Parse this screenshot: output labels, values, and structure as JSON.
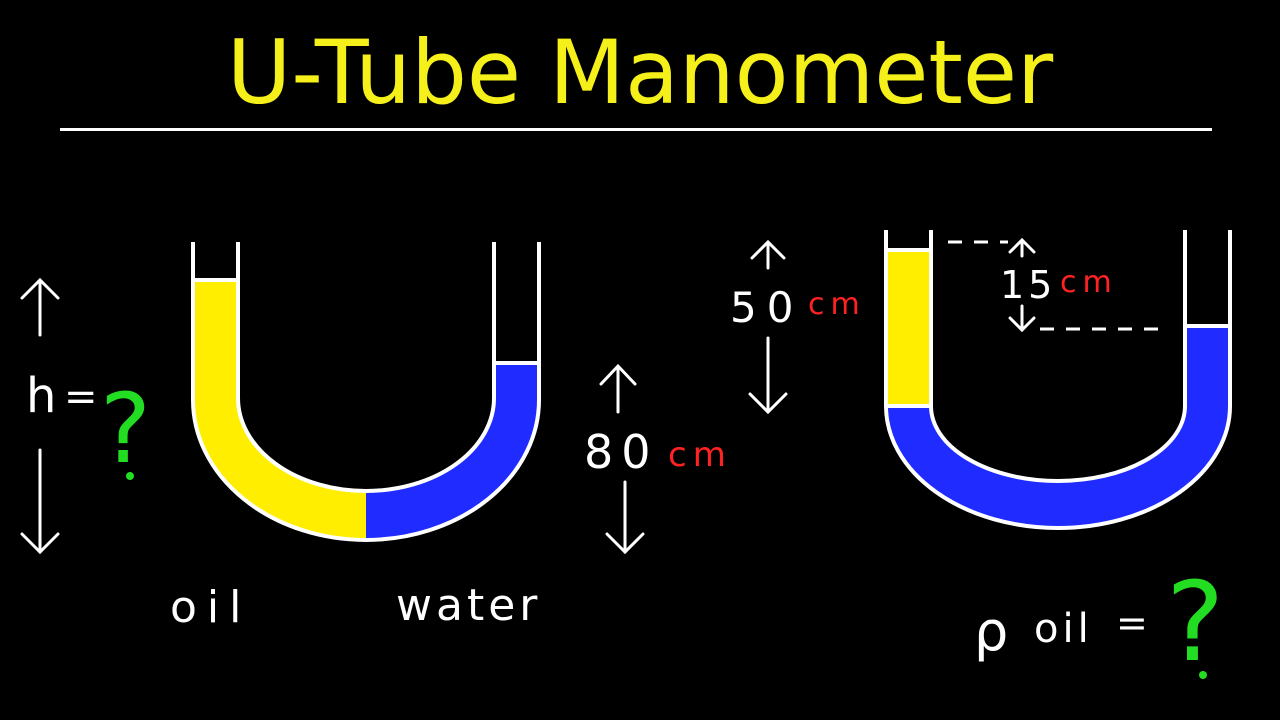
{
  "title": "U-Tube Manometer",
  "colors": {
    "background": "#000000",
    "title": "#f5ef1a",
    "oil": "#ffee00",
    "water": "#1f2bff",
    "line": "#ffffff",
    "unit": "#ff2222",
    "question": "#22dd22"
  },
  "left_diagram": {
    "h_label": "h",
    "equals": "=",
    "question": "?",
    "height_value": "80",
    "height_unit": "cm",
    "oil_label": "oil",
    "water_label": "water"
  },
  "right_diagram": {
    "height_value": "50",
    "height_unit": "cm",
    "diff_value": "15",
    "diff_unit": "cm",
    "rho_symbol": "ρ",
    "rho_label": "oil",
    "equals": "=",
    "question": "?"
  }
}
